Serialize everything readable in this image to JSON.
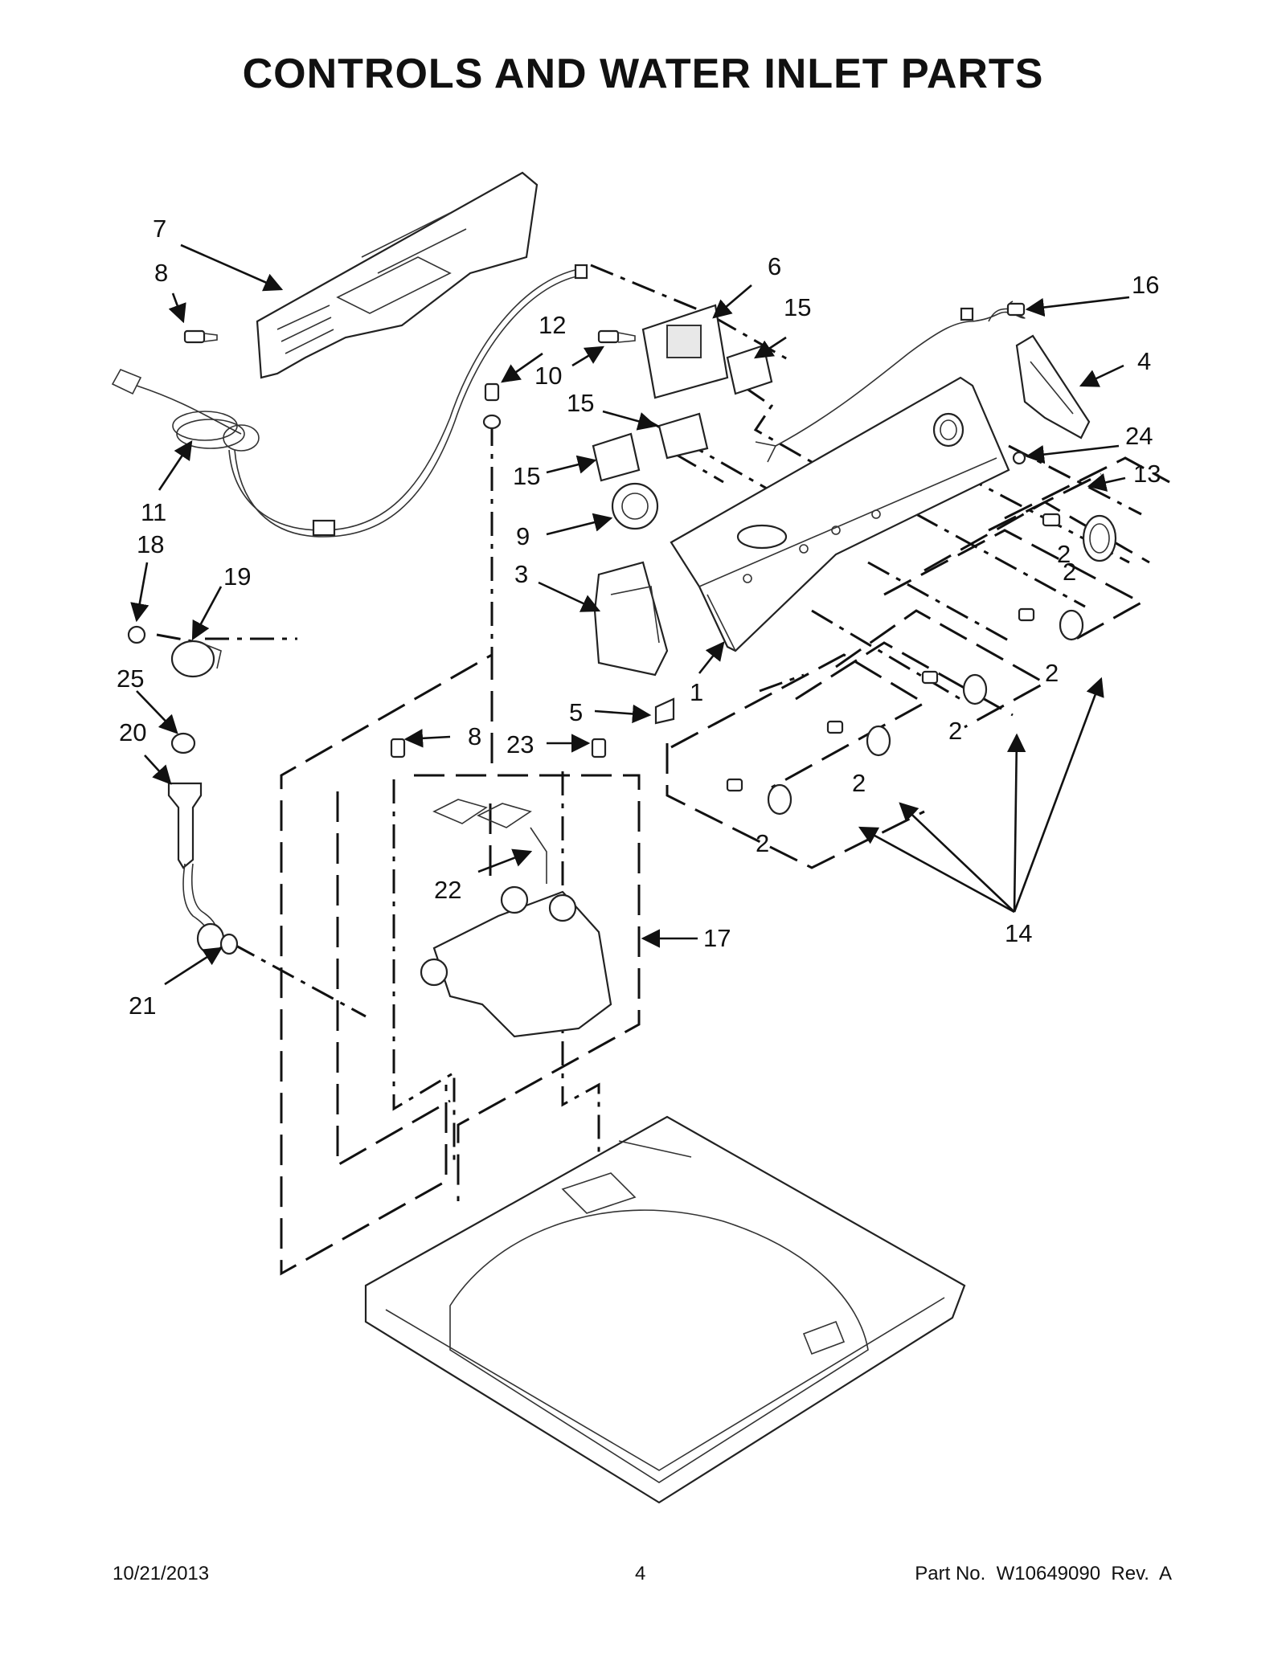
{
  "title": "CONTROLS AND WATER INLET PARTS",
  "footer": {
    "date": "10/21/2013",
    "page": "4",
    "part_number": "Part No.  W10649090  Rev.  A"
  },
  "callouts": [
    {
      "id": "c7",
      "text": "7"
    },
    {
      "id": "c8a",
      "text": "8"
    },
    {
      "id": "c11",
      "text": "11"
    },
    {
      "id": "c12",
      "text": "12"
    },
    {
      "id": "c6",
      "text": "6"
    },
    {
      "id": "c15a",
      "text": "15"
    },
    {
      "id": "c10",
      "text": "10"
    },
    {
      "id": "c15b",
      "text": "15"
    },
    {
      "id": "c15c",
      "text": "15"
    },
    {
      "id": "c16",
      "text": "16"
    },
    {
      "id": "c4",
      "text": "4"
    },
    {
      "id": "c24",
      "text": "24"
    },
    {
      "id": "c13",
      "text": "13"
    },
    {
      "id": "c18",
      "text": "18"
    },
    {
      "id": "c19",
      "text": "19"
    },
    {
      "id": "c9",
      "text": "9"
    },
    {
      "id": "c3",
      "text": "3"
    },
    {
      "id": "c25",
      "text": "25"
    },
    {
      "id": "c20",
      "text": "20"
    },
    {
      "id": "c1",
      "text": "1"
    },
    {
      "id": "c5",
      "text": "5"
    },
    {
      "id": "c8b",
      "text": "8"
    },
    {
      "id": "c23",
      "text": "23"
    },
    {
      "id": "c2a",
      "text": "2"
    },
    {
      "id": "c2b",
      "text": "2"
    },
    {
      "id": "c2c",
      "text": "2"
    },
    {
      "id": "c2d",
      "text": "2"
    },
    {
      "id": "c2e",
      "text": "2"
    },
    {
      "id": "c2f",
      "text": "2"
    },
    {
      "id": "c22",
      "text": "22"
    },
    {
      "id": "c17",
      "text": "17"
    },
    {
      "id": "c14",
      "text": "14"
    },
    {
      "id": "c21",
      "text": "21"
    }
  ]
}
